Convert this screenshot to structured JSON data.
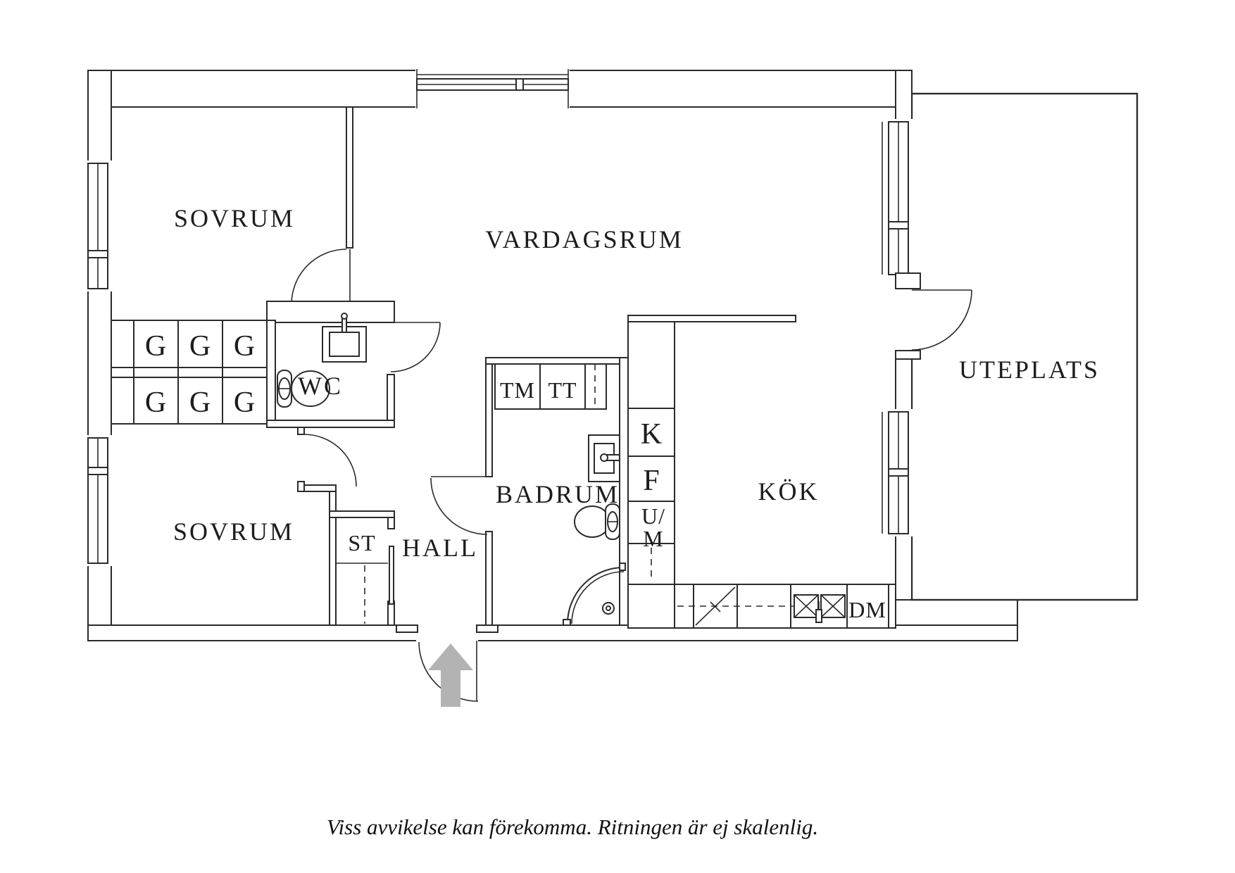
{
  "floorplan": {
    "rooms": {
      "sovrum1": "SOVRUM",
      "vardagsrum": "VARDAGSRUM",
      "uteplats": "UTEPLATS",
      "sovrum2": "SOVRUM",
      "wc": "WC",
      "badrum": "BADRUM",
      "hall": "HALL",
      "kok": "KÖK",
      "st": "ST"
    },
    "fixtures": {
      "wardrobe": "G",
      "tm": "TM",
      "tt": "TT",
      "k": "K",
      "f": "F",
      "um_top": "U/",
      "um_bottom": "M",
      "dm": "DM"
    },
    "colors": {
      "line": "#2b2b2b",
      "arrow": "#b3b3b3",
      "background": "#ffffff"
    }
  },
  "footer": {
    "disclaimer": "Viss avvikelse kan förekomma. Ritningen är ej skalenlig."
  }
}
